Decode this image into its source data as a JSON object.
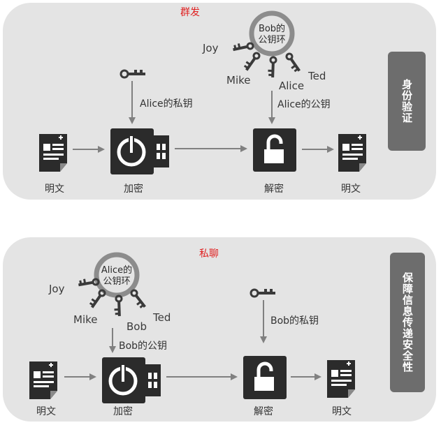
{
  "top": {
    "title": "群发",
    "side_label": "身份验证",
    "keyring_label": "Bob的\n公钥环",
    "keyring_names": [
      "Joy",
      "Mike",
      "Alice",
      "Ted"
    ],
    "encrypt_key_label": "Alice的私钥",
    "decrypt_key_label": "Alice的公钥",
    "plaintext_in": "明文",
    "encrypt": "加密",
    "decrypt": "解密",
    "plaintext_out": "明文"
  },
  "bottom": {
    "title": "私聊",
    "side_label": "保障信息传递安全性",
    "keyring_label": "Alice的\n公钥环",
    "keyring_names": [
      "Joy",
      "Mike",
      "Bob",
      "Ted"
    ],
    "encrypt_key_label": "Bob的公钥",
    "decrypt_key_label": "Bob的私钥",
    "plaintext_in": "明文",
    "encrypt": "加密",
    "decrypt": "解密",
    "plaintext_out": "明文"
  },
  "colors": {
    "panel": "#e4e4e4",
    "icon": "#2b2b2b",
    "arrow": "#808080",
    "title": "#e02020",
    "side": "#6d6d6d"
  }
}
